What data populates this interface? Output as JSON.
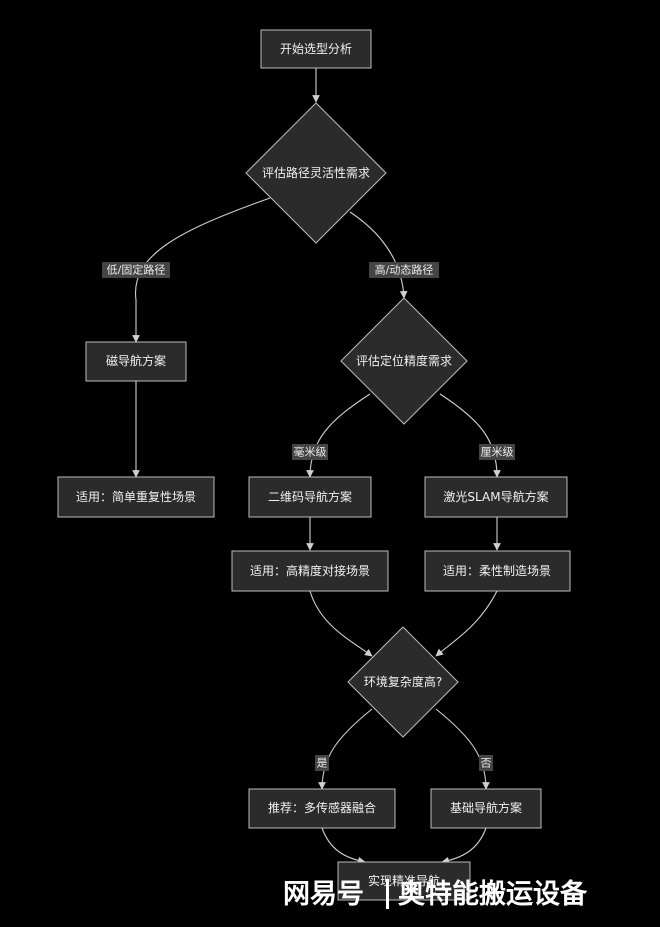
{
  "nodes": {
    "start": "开始选型分析",
    "path_flexibility": "评估路径灵活性需求",
    "magnetic": "磁导航方案",
    "magnetic_use": "适用：简单重复性场景",
    "precision": "评估定位精度需求",
    "qr": "二维码导航方案",
    "slam": "激光SLAM导航方案",
    "qr_use": "适用：高精度对接场景",
    "slam_use": "适用：柔性制造场景",
    "complexity": "环境复杂度高?",
    "multi_sensor": "推荐：多传感器融合",
    "basic": "基础导航方案",
    "final": "实现精准导航"
  },
  "edge_labels": {
    "low_fixed": "低/固定路径",
    "high_dynamic": "高/动态路径",
    "mm": "毫米级",
    "cm": "厘米级",
    "yes": "是",
    "no": "否"
  },
  "watermark": {
    "brand": "网易号",
    "author": "奥特能搬运设备"
  }
}
